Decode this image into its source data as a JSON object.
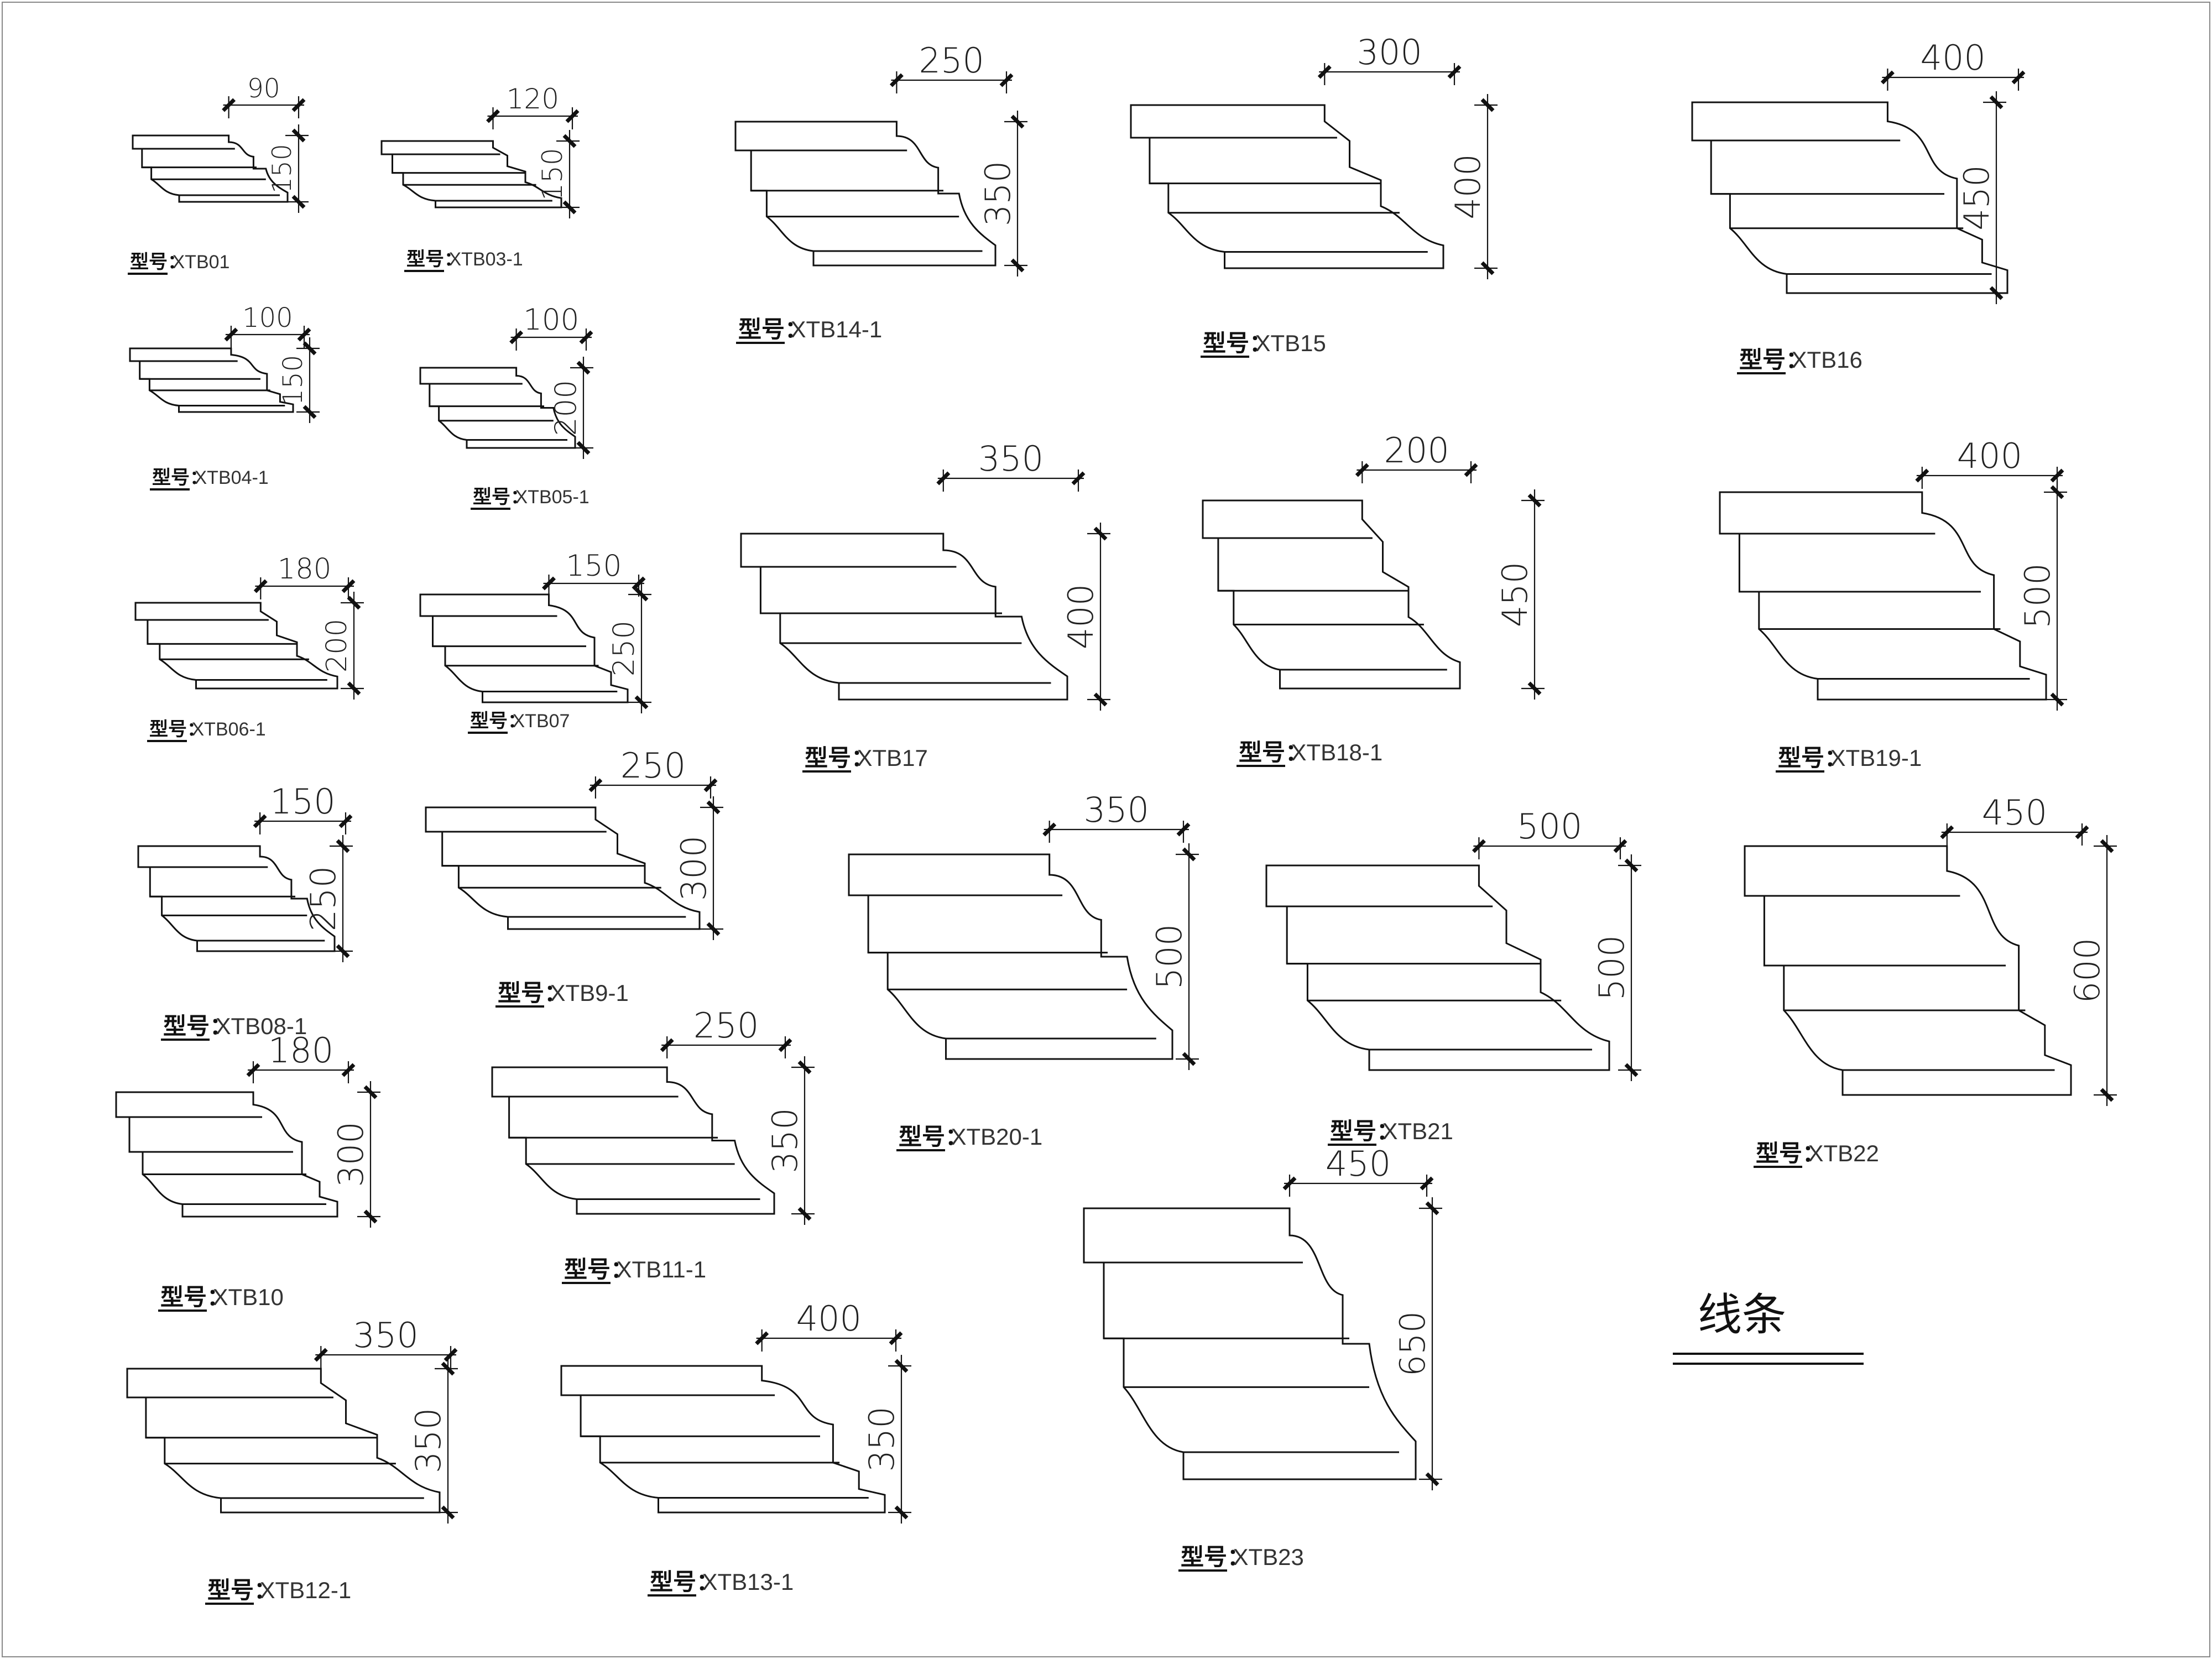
{
  "sheet_title": "线条",
  "label_prefix": "型号：",
  "items": [
    {
      "code": "XTB01",
      "width": "90",
      "height": "150"
    },
    {
      "code": "XTB03-1",
      "width": "120",
      "height": "150"
    },
    {
      "code": "XTB04-1",
      "width": "100",
      "height": "150"
    },
    {
      "code": "XTB05-1",
      "width": "100",
      "height": "200"
    },
    {
      "code": "XTB06-1",
      "width": "180",
      "height": "200"
    },
    {
      "code": "XTB07",
      "width": "150",
      "height": "250"
    },
    {
      "code": "XTB08-1",
      "width": "150",
      "height": "250"
    },
    {
      "code": "XTB9-1",
      "width": "250",
      "height": "300"
    },
    {
      "code": "XTB10",
      "width": "180",
      "height": "300"
    },
    {
      "code": "XTB11-1",
      "width": "250",
      "height": "350"
    },
    {
      "code": "XTB12-1",
      "width": "350",
      "height": "350"
    },
    {
      "code": "XTB13-1",
      "width": "400",
      "height": "350"
    },
    {
      "code": "XTB14-1",
      "width": "250",
      "height": "350"
    },
    {
      "code": "XTB15",
      "width": "300",
      "height": "400"
    },
    {
      "code": "XTB16",
      "width": "400",
      "height": "450"
    },
    {
      "code": "XTB17",
      "width": "350",
      "height": "400"
    },
    {
      "code": "XTB18-1",
      "width": "200",
      "height": "450"
    },
    {
      "code": "XTB19-1",
      "width": "400",
      "height": "500"
    },
    {
      "code": "XTB20-1",
      "width": "350",
      "height": "500"
    },
    {
      "code": "XTB21",
      "width": "500",
      "height": "500"
    },
    {
      "code": "XTB22",
      "width": "450",
      "height": "600"
    },
    {
      "code": "XTB23",
      "width": "450",
      "height": "650"
    }
  ]
}
